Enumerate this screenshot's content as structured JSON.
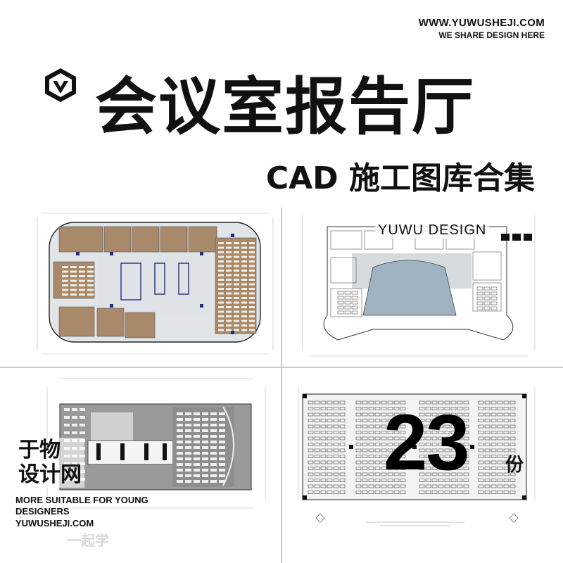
{
  "header": {
    "site_url": "WWW.YUWUSHEJI.COM",
    "site_slogan": "WE SHARE DESIGN HERE",
    "logo_icon": "v-hexagon-logo-icon"
  },
  "title": {
    "main": "会议室报告厅",
    "sub": "CAD 施工图库合集"
  },
  "overlay": {
    "design_label": "YUWU DESIGN",
    "count": "23",
    "count_unit": "份"
  },
  "brand": {
    "line1": "于物",
    "line2": "设计网",
    "tagline_1": "MORE SUITABLE FOR YOUNG",
    "tagline_2": "DESIGNERS",
    "tagline_3": "YUWUSHEJI.COM",
    "watermark": "一起学"
  },
  "colors": {
    "text": "#111111",
    "wood": "#a88a6a",
    "marble": "#d9dde0",
    "plan_gray": "#8e8e8e",
    "blue_accent": "#1f2f8a",
    "hall_blue": "#9fb3c2",
    "divider": "#c8c8c8"
  }
}
